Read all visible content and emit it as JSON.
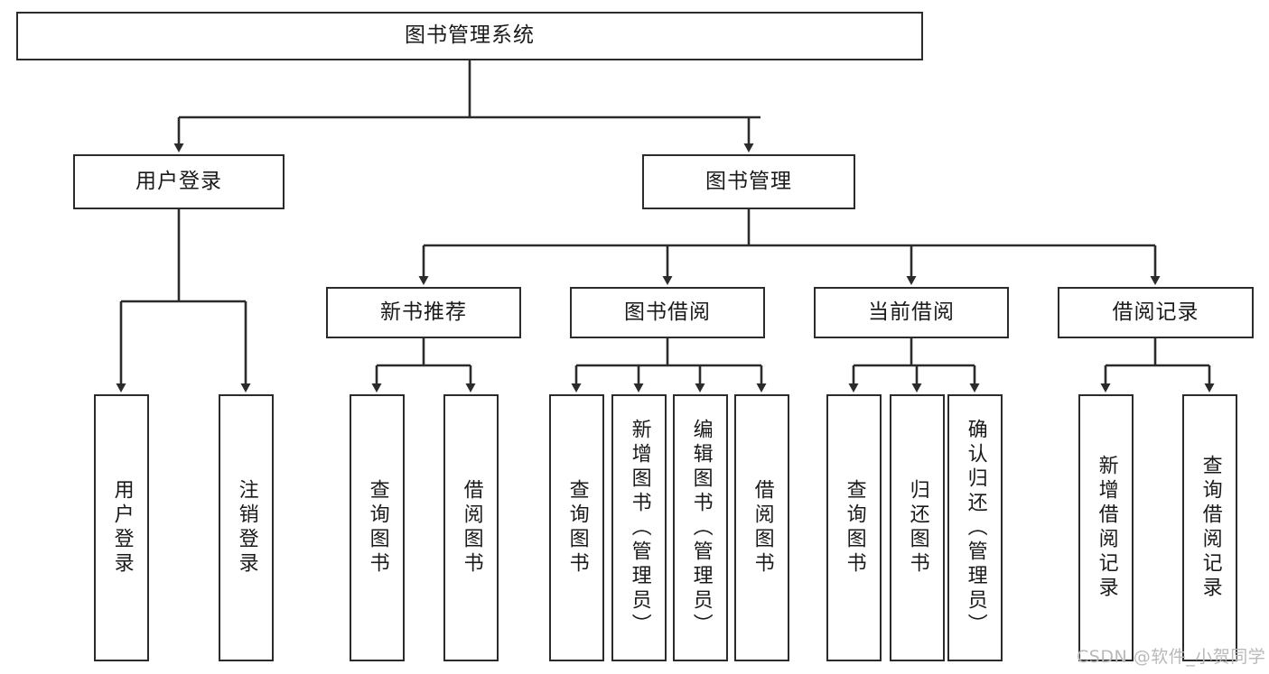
{
  "diagram": {
    "title": "图书管理系统",
    "type": "hierarchy-tree",
    "root": {
      "label": "图书管理系统",
      "orientation": "horizontal"
    },
    "level2": [
      {
        "label": "用户登录",
        "orientation": "horizontal"
      },
      {
        "label": "图书管理",
        "orientation": "horizontal"
      }
    ],
    "level3": [
      {
        "label": "新书推荐",
        "orientation": "horizontal",
        "parent": "图书管理"
      },
      {
        "label": "图书借阅",
        "orientation": "horizontal",
        "parent": "图书管理"
      },
      {
        "label": "当前借阅",
        "orientation": "horizontal",
        "parent": "图书管理"
      },
      {
        "label": "借阅记录",
        "orientation": "horizontal",
        "parent": "图书管理"
      }
    ],
    "leaves": {
      "user_login": [
        {
          "label": "用户登录",
          "orientation": "vertical"
        },
        {
          "label": "注销登录",
          "orientation": "vertical"
        }
      ],
      "new_book_recommend": [
        {
          "label": "查询图书",
          "orientation": "vertical"
        },
        {
          "label": "借阅图书",
          "orientation": "vertical"
        }
      ],
      "book_borrow": [
        {
          "label": "查询图书",
          "orientation": "vertical"
        },
        {
          "label": "新增图书（管理员）",
          "orientation": "vertical"
        },
        {
          "label": "编辑图书（管理员）",
          "orientation": "vertical"
        },
        {
          "label": "借阅图书",
          "orientation": "vertical"
        }
      ],
      "current_borrow": [
        {
          "label": "查询图书",
          "orientation": "vertical"
        },
        {
          "label": "归还图书",
          "orientation": "vertical"
        },
        {
          "label": "确认归还（管理员）",
          "orientation": "vertical"
        }
      ],
      "borrow_record": [
        {
          "label": "新增借阅记录",
          "orientation": "vertical"
        },
        {
          "label": "查询借阅记录",
          "orientation": "vertical"
        }
      ]
    },
    "colors": {
      "stroke": "#2b2b2b",
      "box_fill": "#ffffff",
      "text": "#1a1a1a",
      "watermark": "#b9b9b9",
      "background": "#ffffff"
    }
  },
  "watermark": {
    "text": "CSDN @软件_小贺同学"
  }
}
